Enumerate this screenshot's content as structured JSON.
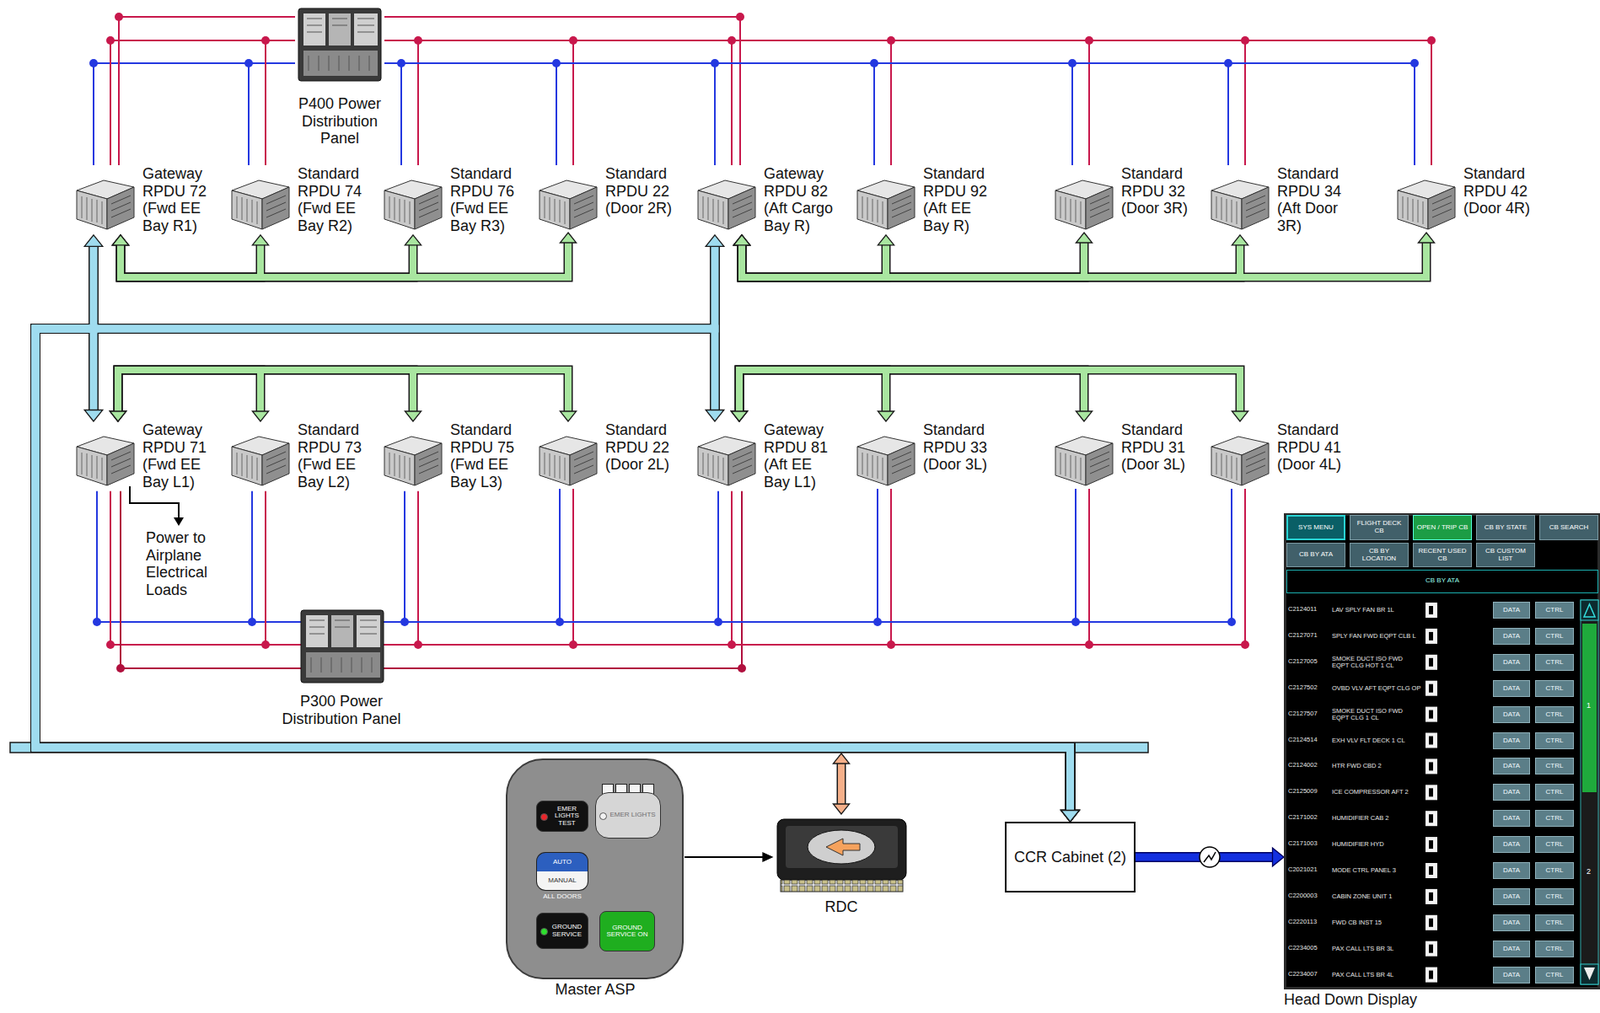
{
  "diagram": {
    "nodes": [
      {
        "text": [
          "P400 Power Distribution Panel"
        ]
      },
      {
        "text": [
          "Gateway RPDU 72 (Fwd EE Bay R1)"
        ]
      },
      {
        "text": [
          "Standard RPDU 74 (Fwd EE Bay R2)"
        ]
      },
      {
        "text": [
          "Standard RPDU 76 (Fwd EE Bay R3)"
        ]
      },
      {
        "text": [
          "Standard RPDU 22 (Door 2R)"
        ]
      },
      {
        "text": [
          "Gateway RPDU 82 (Aft Cargo Bay R)"
        ]
      },
      {
        "text": [
          "Standard RPDU 92 (Aft EE Bay R)"
        ]
      },
      {
        "text": [
          "Standard RPDU 32 (Door 3R)"
        ]
      },
      {
        "text": [
          "Standard RPDU 34 (Aft Door 3R)"
        ]
      },
      {
        "text": [
          "Standard RPDU 42 (Door 4R)"
        ]
      },
      {
        "text": [
          "Gateway RPDU 71 (Fwd EE Bay L1)"
        ]
      },
      {
        "text": [
          "Standard RPDU 73 (Fwd EE Bay L2)"
        ]
      },
      {
        "text": [
          "Standard RPDU 75 (Fwd EE Bay L3)"
        ]
      },
      {
        "text": [
          "Standard RPDU 22 (Door 2L)"
        ]
      },
      {
        "text": [
          "Gateway RPDU 81 (Aft EE Bay L1)"
        ]
      },
      {
        "text": [
          "Standard RPDU 33 (Door 3L)"
        ]
      },
      {
        "text": [
          "Standard RPDU 31 (Door 3L)"
        ]
      },
      {
        "text": [
          "Standard RPDU 41 (Door 4L)"
        ]
      },
      {
        "text": [
          "P300 Power Distribution Panel"
        ]
      },
      {
        "text": [
          "Master ASP"
        ]
      },
      {
        "text": [
          "EMER LIGHTS TEST"
        ],
        "in": 19
      },
      {
        "text": [
          "EMER LIGHTS"
        ],
        "in": 19
      },
      {
        "text": [
          "AUTO",
          "MANUAL",
          "ALL DOORS"
        ],
        "in": 19
      },
      {
        "text": [
          "GROUND SERVICE"
        ],
        "in": 19
      },
      {
        "text": [
          "GROUND SERVICE ON"
        ],
        "in": 19
      },
      {
        "text": [
          "RDC"
        ]
      },
      {
        "text": [
          "CCR Cabinet (2)"
        ]
      },
      {
        "text": [
          "Head Down Display"
        ]
      },
      {
        "text": [
          "SYS MENU"
        ],
        "in": 27
      },
      {
        "text": [
          "FLIGHT DECK CB"
        ],
        "in": 27
      },
      {
        "text": [
          "OPEN / TRIP CB"
        ],
        "in": 27
      },
      {
        "text": [
          "CB BY STATE"
        ],
        "in": 27
      },
      {
        "text": [
          "CB SEARCH"
        ],
        "in": 27
      },
      {
        "text": [
          "CB BY ATA"
        ],
        "in": 27
      },
      {
        "text": [
          "CB BY LOCATION"
        ],
        "in": 27
      },
      {
        "text": [
          "RECENT USED CB"
        ],
        "in": 27
      },
      {
        "text": [
          "CB CUSTOM LIST"
        ],
        "in": 27
      },
      {
        "text": [
          "CB BY ATA"
        ],
        "in": 27
      },
      {
        "text": [
          "DATA"
        ],
        "in": 27
      },
      {
        "text": [
          "CTRL"
        ],
        "in": 27
      },
      {
        "text": [
          "DATA"
        ],
        "in": 27
      },
      {
        "text": [
          "CTRL"
        ],
        "in": 27
      },
      {
        "text": [
          "DATA"
        ],
        "in": 27
      },
      {
        "text": [
          "CTRL"
        ],
        "in": 27
      },
      {
        "text": [
          "DATA"
        ],
        "in": 27
      },
      {
        "text": [
          "CTRL"
        ],
        "in": 27
      },
      {
        "text": [
          "DATA"
        ],
        "in": 27
      },
      {
        "text": [
          "CTRL"
        ],
        "in": 27
      },
      {
        "text": [
          "DATA"
        ],
        "in": 27
      },
      {
        "text": [
          "CTRL"
        ],
        "in": 27
      },
      {
        "text": [
          "DATA"
        ],
        "in": 27
      },
      {
        "text": [
          "CTRL"
        ],
        "in": 27
      },
      {
        "text": [
          "DATA"
        ],
        "in": 27
      },
      {
        "text": [
          "CTRL"
        ],
        "in": 27
      },
      {
        "text": [
          "DATA"
        ],
        "in": 27
      },
      {
        "text": [
          "CTRL"
        ],
        "in": 27
      },
      {
        "text": [
          "DATA"
        ],
        "in": 27
      },
      {
        "text": [
          "CTRL"
        ],
        "in": 27
      },
      {
        "text": [
          "DATA"
        ],
        "in": 27
      },
      {
        "text": [
          "CTRL"
        ],
        "in": 27
      },
      {
        "text": [
          "DATA"
        ],
        "in": 27
      },
      {
        "text": [
          "CTRL"
        ],
        "in": 27
      },
      {
        "text": [
          "DATA"
        ],
        "in": 27
      },
      {
        "text": [
          "CTRL"
        ],
        "in": 27
      },
      {
        "text": [
          "DATA"
        ],
        "in": 27
      },
      {
        "text": [
          "CTRL"
        ],
        "in": 27
      },
      {
        "text": [
          "DATA"
        ],
        "in": 27
      },
      {
        "text": [
          "CTRL"
        ],
        "in": 27
      }
    ],
    "edges": [
      {
        "from": 0,
        "to": 1,
        "arrow": "none"
      },
      {
        "from": 0,
        "to": 2,
        "arrow": "none"
      },
      {
        "from": 0,
        "to": 3,
        "arrow": "none"
      },
      {
        "from": 0,
        "to": 4,
        "arrow": "none"
      },
      {
        "from": 0,
        "to": 5,
        "arrow": "none"
      },
      {
        "from": 0,
        "to": 6,
        "arrow": "none"
      },
      {
        "from": 0,
        "to": 7,
        "arrow": "none"
      },
      {
        "from": 0,
        "to": 8,
        "arrow": "none"
      },
      {
        "from": 0,
        "to": 9,
        "arrow": "none"
      },
      {
        "from": 18,
        "to": 10,
        "arrow": "none"
      },
      {
        "from": 18,
        "to": 11,
        "arrow": "none"
      },
      {
        "from": 18,
        "to": 12,
        "arrow": "none"
      },
      {
        "from": 18,
        "to": 13,
        "arrow": "none"
      },
      {
        "from": 18,
        "to": 14,
        "arrow": "none"
      },
      {
        "from": 18,
        "to": 15,
        "arrow": "none"
      },
      {
        "from": 18,
        "to": 16,
        "arrow": "none"
      },
      {
        "from": 18,
        "to": 17,
        "arrow": "none"
      },
      {
        "from": 1,
        "to": 2,
        "arrow": "both"
      },
      {
        "from": 1,
        "to": 3,
        "arrow": "both"
      },
      {
        "from": 1,
        "to": 4,
        "arrow": "both"
      },
      {
        "from": 5,
        "to": 6,
        "arrow": "both"
      },
      {
        "from": 5,
        "to": 7,
        "arrow": "both"
      },
      {
        "from": 5,
        "to": 8,
        "arrow": "both"
      },
      {
        "from": 5,
        "to": 9,
        "arrow": "both"
      },
      {
        "from": 10,
        "to": 11,
        "arrow": "both"
      },
      {
        "from": 10,
        "to": 12,
        "arrow": "both"
      },
      {
        "from": 10,
        "to": 13,
        "arrow": "both"
      },
      {
        "from": 14,
        "to": 15,
        "arrow": "both"
      },
      {
        "from": 14,
        "to": 16,
        "arrow": "both"
      },
      {
        "from": 14,
        "to": 17,
        "arrow": "both"
      },
      {
        "from": 1,
        "to": 26,
        "arrow": "both"
      },
      {
        "from": 10,
        "to": 26,
        "arrow": "both"
      },
      {
        "from": 5,
        "to": 26,
        "arrow": "both"
      },
      {
        "from": 14,
        "to": 26,
        "arrow": "both"
      },
      {
        "from": 25,
        "to": 26,
        "arrow": "both"
      },
      {
        "from": 19,
        "to": 25,
        "arrow": "to"
      },
      {
        "from": 26,
        "to": 27,
        "arrow": "to"
      }
    ],
    "labels": [
      "Power to Airplane Electrical Loads",
      "C2124011",
      "LAV SPLY FAN BR 1L",
      "C2127071",
      "SPLY FAN FWD EQPT CLB L",
      "C2127005",
      "SMOKE DUCT ISO FWD EQPT CLG HOT 1 CL",
      "C2127502",
      "OVBD VLV AFT EQPT CLG OP",
      "C2127507",
      "SMOKE DUCT ISO FWD EQPT CLG 1 CL",
      "C2124514",
      "EXH VLV FLT DECK 1 CL",
      "C2124002",
      "HTR FWD CBD 2",
      "C2125009",
      "ICE COMPRESSOR AFT 2",
      "C2171002",
      "HUMIDIFIER CAB 2",
      "C2171003",
      "HUMIDIFIER HYD",
      "C2021021",
      "MODE CTRL PANEL 3",
      "C2200003",
      "CABIN ZONE UNIT 1",
      "C2220113",
      "FWD CB INST 15",
      "C2234005",
      "PAX CALL LTS BR 3L",
      "C2234007",
      "PAX CALL LTS BR 4L",
      "1",
      "2"
    ]
  }
}
